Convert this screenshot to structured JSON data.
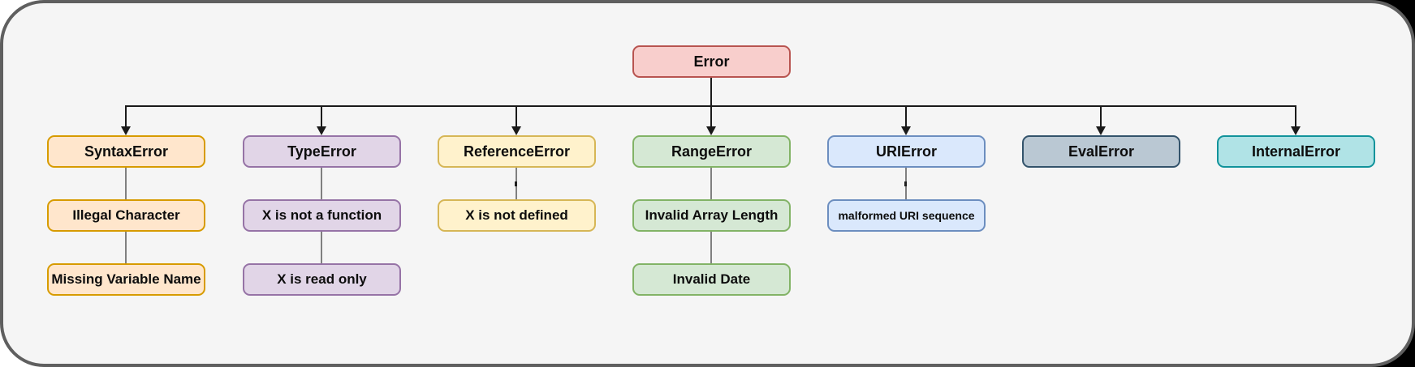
{
  "diagram": {
    "type": "flowchart",
    "root": {
      "label": "Error",
      "fill": "#f8cecc",
      "stroke": "#b85450"
    },
    "columns": [
      {
        "label": "SyntaxError",
        "fill": "#ffe6cc",
        "stroke": "#d79b00",
        "children": [
          "Illegal Character",
          "Missing Variable Name"
        ]
      },
      {
        "label": "TypeError",
        "fill": "#e1d5e7",
        "stroke": "#9673a6",
        "children": [
          "X is not a function",
          "X is read only"
        ]
      },
      {
        "label": "ReferenceError",
        "fill": "#fff2cc",
        "stroke": "#d6b656",
        "children": [
          "X is not defined"
        ]
      },
      {
        "label": "RangeError",
        "fill": "#d5e8d4",
        "stroke": "#82b366",
        "children": [
          "Invalid Array Length",
          "Invalid Date"
        ]
      },
      {
        "label": "URIError",
        "fill": "#dae8fc",
        "stroke": "#6c8ebf",
        "children": [
          "malformed URI sequence"
        ]
      },
      {
        "label": "EvalError",
        "fill": "#bac8d3",
        "stroke": "#33536b",
        "children": []
      },
      {
        "label": "InternalError",
        "fill": "#b0e3e6",
        "stroke": "#11939b",
        "children": []
      }
    ],
    "canvas": {
      "background": "#f5f5f5",
      "frame_border": "#5f5f5f",
      "outside_corners": [
        "#ffffff",
        "#000000"
      ],
      "connector_black": "#1a1a1a",
      "connector_gray": "#808080",
      "text_color": "#0d0d0d"
    }
  }
}
